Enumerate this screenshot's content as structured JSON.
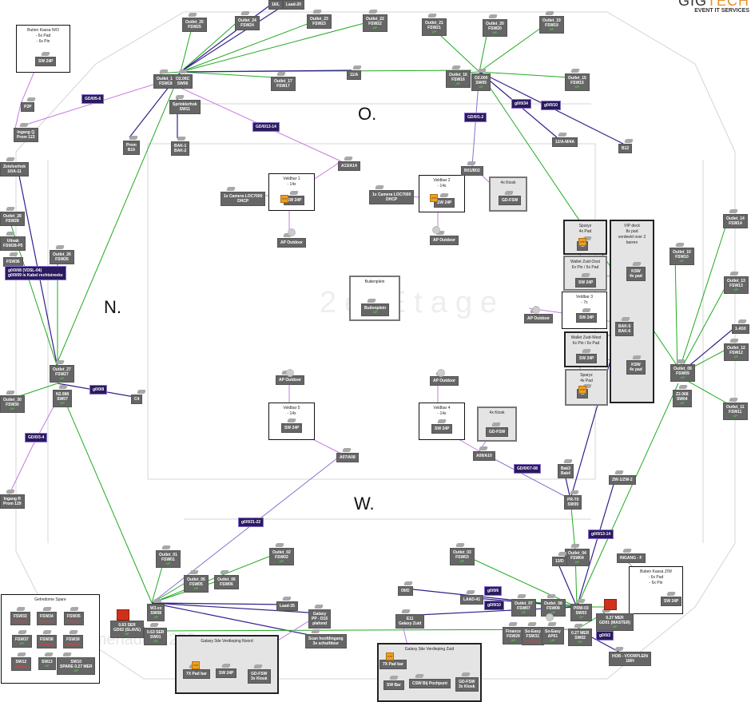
{
  "logo": {
    "text_dark": "GIG",
    "text_accent": "TECH",
    "subtitle": "EVENT IT SERVICES"
  },
  "watermarks": {
    "center": "2e Etage",
    "bottom_left": "2e Etage Promenade 1:250"
  },
  "zones": {
    "east": "O.",
    "north": "N.",
    "west": "W."
  },
  "colors": {
    "fiber": "#22aa22",
    "uplink": "#33208a",
    "copper": "#c57be0",
    "port_label_bg": "#2a1a5e",
    "node_bg": "#666666",
    "utp": "#f0a020",
    "firewall": "#d0301a"
  },
  "boxes": {
    "buiten_kassa_no": "Buiten Kassa N/O\n- 6x Pad\n- 6x Pin",
    "buiten_kassa_zw": "Buiten Kassa Z/W\n- 6x Pad\n- 6x Pin",
    "veldbar1": "Veldbar 1\n- 14x",
    "veldbar2": "Veldbar 2\n- 14x",
    "veldbar3": "Veldbar 3\n- 7x",
    "veldbar4": "Veldbar 4\n- 14x",
    "veldbar5": "Veldbar 5\n- 14x",
    "kiosk_top": "4x Kiosk",
    "kiosk_bottom": "4x Kiosk",
    "buitenplein": "Buitenplein",
    "sparyz_top": "Sparyz\n4x Pad",
    "sparyz_bottom": "Sparyz\n4x Pad",
    "wallet_zo": "Wallet Zuid-Oost\n6x Pin / 6x Pad",
    "wallet_zw": "Wallet Zuid-West\n6x Pin / 6x Pad",
    "vip": "VIP deck\n8x pad\nverdeeld over 2\nbarren",
    "galaxy_noord": "Galaxy 3de Verdieping Noord",
    "galaxy_zuid": "Galaxy 3de Verdieping Zuid",
    "spare": "Gelredome Spare"
  },
  "nodes": {
    "sw24p_no": [
      "SW 24P"
    ],
    "p2p": [
      "P2P"
    ],
    "ingang_q": [
      "Ingang Q",
      "Prom 123"
    ],
    "prom_b16": [
      "Prom",
      "B16"
    ],
    "outlet_18": [
      "Outlet_18",
      "FSW18"
    ],
    "o2_06c": [
      "O2.06C",
      "SW06"
    ],
    "sprinklerhok": [
      "Sprinklerhok",
      "SW11"
    ],
    "bak12": [
      "BAK-1",
      "BAK-2"
    ],
    "outlet_25": [
      "Outlet_25",
      "FSW25"
    ],
    "outlet_24": [
      "Outlet_24",
      "FSW24"
    ],
    "t16u": [
      "16/L"
    ],
    "laad20": [
      "Laad-20"
    ],
    "outlet_23": [
      "Outlet_23",
      "FSW23"
    ],
    "outlet_22": [
      "Outlet_22",
      "FSW22"
    ],
    "outlet_21": [
      "Outlet_21",
      "FSW21"
    ],
    "outlet_20": [
      "Outlet_20",
      "FSW20"
    ],
    "outlet_19": [
      "Outlet_19",
      "FSW19"
    ],
    "outlet_17": [
      "Outlet_17",
      "FSW17"
    ],
    "n11a": [
      "11/A"
    ],
    "outlet_16": [
      "Outlet_16",
      "FSW16"
    ],
    "o2_000": [
      "O2.000",
      "SW05"
    ],
    "outlet_15": [
      "Outlet_15",
      "FSW15"
    ],
    "n12a": [
      "12/A-M/4A"
    ],
    "b12": [
      "B12"
    ],
    "a13": [
      "A13/A14"
    ],
    "b01": [
      "B01/B02"
    ],
    "cam1": [
      "1x Camera LOC7000",
      "DHCP"
    ],
    "cam2": [
      "1x Camera LOC7000",
      "DHCP"
    ],
    "vb1_sw": [
      "SW 24P"
    ],
    "vb2_sw": [
      "SW 24P"
    ],
    "gd_fsw_top": [
      "GD-FSW"
    ],
    "ap1": [
      "AP Outdoor"
    ],
    "ap2": [
      "AP Outdoor"
    ],
    "buitenplein_node": [
      "Buitenplein"
    ],
    "zetelverhok": [
      "Zetelverhok",
      "10/A-11"
    ],
    "outlet_28": [
      "Outlet_28",
      "FSW28"
    ],
    "uitvak": [
      "Uitvak",
      "FSW28-P5"
    ],
    "fsw36": [
      "FSW36"
    ],
    "outlet_26": [
      "Outlet_26",
      "FSW26"
    ],
    "outlet_27": [
      "Outlet_27",
      "FSW27"
    ],
    "outlet_30": [
      "Outlet_30",
      "FSW30"
    ],
    "n02_088": [
      "N2.088",
      "SW07"
    ],
    "c4": [
      "C4"
    ],
    "ingang_r": [
      "Ingang R",
      "Prom 129"
    ],
    "sparyz_top_sw": [
      "4x"
    ],
    "wallet_zo_sw": [
      "SW 24P"
    ],
    "ksw_top": [
      "KSW",
      "4x pad"
    ],
    "ap3": [
      "AP Outdoor"
    ],
    "vb3_sw": [
      "SW 24P"
    ],
    "bak56": [
      "BAK-5",
      "BAK-6"
    ],
    "wallet_zw_sw": [
      "SW 24P"
    ],
    "ksw_bottom": [
      "KSW",
      "4x pad"
    ],
    "sparyz_bottom_sw": [
      "4x"
    ],
    "outlet_14": [
      "Outlet_14",
      "FSW14"
    ],
    "outlet_10": [
      "Outlet_10",
      "FSW10"
    ],
    "outlet_13": [
      "Outlet_13",
      "FSW13"
    ],
    "n1a50": [
      "1-A50"
    ],
    "outlet_12": [
      "Outlet_12",
      "FSW12"
    ],
    "outlet_09": [
      "Outlet_09",
      "FSW09"
    ],
    "z2_068": [
      "Z2.068",
      "SW04"
    ],
    "outlet_11": [
      "Outlet_11",
      "FSW11"
    ],
    "ap4": [
      "AP Outdoor"
    ],
    "ap5": [
      "AP Outdoor"
    ],
    "vb5_sw": [
      "SW 24P"
    ],
    "vb4_sw": [
      "SW 24P"
    ],
    "gd_fsw_bottom": [
      "GD-FSW"
    ],
    "a07": [
      "A07/A08"
    ],
    "a09": [
      "A09/A10"
    ],
    "bak34": [
      "Bak3",
      "Bak4"
    ],
    "pr_t0": [
      "PR-T0",
      "SW09"
    ],
    "zw12": [
      "ZW-1/ZW-2"
    ],
    "ingang_f": [
      "INGANG - F"
    ],
    "sw24p_zw": [
      "SW 24P"
    ],
    "outlet_01": [
      "Outlet_01",
      "FSW01"
    ],
    "outlet_02": [
      "Outlet_02",
      "FSW02"
    ],
    "outlet_03": [
      "Outlet_03",
      "FSW03"
    ],
    "outlet_04": [
      "Outlet_04",
      "FSW04"
    ],
    "outlet_05": [
      "Outlet_05",
      "FSW05"
    ],
    "outlet_06": [
      "Outlet_06",
      "FSW06"
    ],
    "outlet_07": [
      "Outlet_07",
      "FSW07"
    ],
    "outlet_08": [
      "Outlet_08",
      "FSW08"
    ],
    "n13d": [
      "13/D"
    ],
    "w3": [
      "W3.xx",
      "SW08"
    ],
    "ser_gd02": [
      "0.63 SER",
      "GD02 (SLAVE)"
    ],
    "ser_sw01": [
      "0.63 SER",
      "SW01"
    ],
    "laad35": [
      "Laad-35"
    ],
    "galaxy_pp": [
      "Galaxy",
      "PP - D15",
      "plafond"
    ],
    "scan": [
      "Scan hoofdingang",
      "3e schuifdeur"
    ],
    "n09d": [
      "09/D"
    ],
    "laad41": [
      "LAAD-41"
    ],
    "e11": [
      "E11",
      "Galaxy Zuid"
    ],
    "finance": [
      "Finance",
      "FSW29"
    ],
    "soeasy_fsw": [
      "So-Easy",
      "FSW31"
    ],
    "soeasy_ap": [
      "So-Easy",
      "AP01"
    ],
    "prw03": [
      "PRW-03",
      "SW03"
    ],
    "mer_gd01": [
      "0.27 MER",
      "GD01 (MASTER)"
    ],
    "mer_sw02": [
      "0.27 MER",
      "SW02"
    ],
    "hob": [
      "HOB - VOORPLEIN",
      "18/H"
    ],
    "gn_pad": [
      "7X Pad bar"
    ],
    "gn_sw": [
      "SW 24P"
    ],
    "gn_gdfsw": [
      "GD-FSW",
      "3x Kiosk"
    ],
    "gz_pad": [
      "7X Pad bar"
    ],
    "gz_swbar": [
      "SW Bar"
    ],
    "gz_csw": [
      "CSW Bij Pochpunt"
    ],
    "gz_gdfsw": [
      "GD-FSW",
      "3x Kiosk"
    ],
    "fsw33": [
      "FSW33"
    ],
    "fsw34": [
      "FSW34"
    ],
    "fsw35": [
      "FSW35"
    ],
    "fsw37": [
      "FSW37"
    ],
    "fsw38": [
      "FSW38"
    ],
    "fsw39": [
      "FSW39"
    ],
    "sw12": [
      "SW12"
    ],
    "sw13": [
      "SW13"
    ],
    "sw10": [
      "SW10",
      "SPARE 0.27 MER"
    ]
  },
  "status": {
    "disabled": "Disabled",
    "up": "UP"
  },
  "ports": {
    "p_g5_6": "GD/0/5-6",
    "p_g13_14": "GD/0/13-14",
    "p_g1_2": "GD/0/1-2",
    "p_g34": "g0/0/34",
    "p_g10": "g0/0/10",
    "p_g08": "g0/0/08 (VDSL-04)\ng0/0/09 is Kabel rechtstreeks",
    "p_g8": "g0/0/8",
    "p_g3_4": "GD/0/3-4",
    "p_g7_8": "GD/0/07-08",
    "p_g21_22": "g0/0/21-22",
    "p_g13_14b": "g0/0/13-14",
    "p_g6": "g0/0/6",
    "p_g10b": "g0/0/10",
    "p_g2": "g0/0/2"
  }
}
